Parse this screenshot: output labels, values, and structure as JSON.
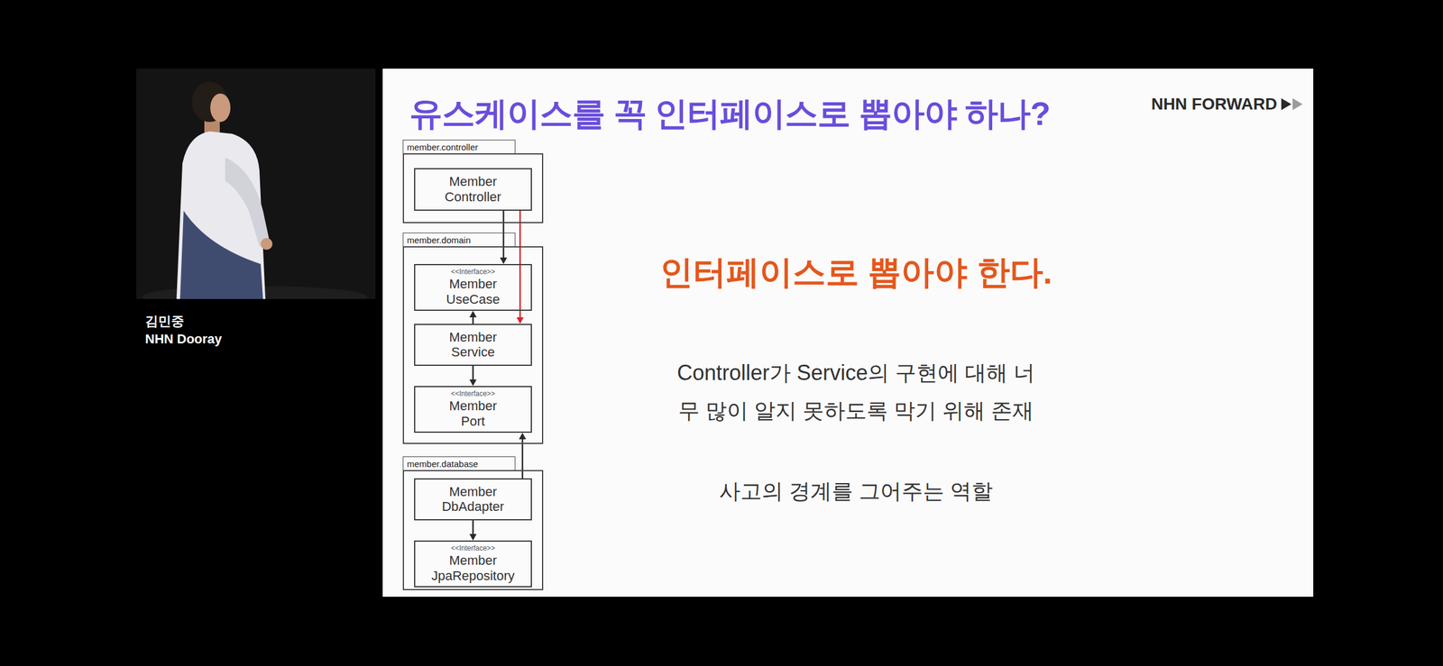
{
  "diagram": {
    "title": "유스케이스를 꼭 인터페이스로 뽑아야 하나?",
    "nodes": [
      {
        "text": [
          "member.controller"
        ]
      },
      {
        "text": [
          "Member Controller"
        ],
        "in": 0
      },
      {
        "text": [
          "member.domain"
        ]
      },
      {
        "text": [
          "<<Interface>>",
          "Member UseCase"
        ],
        "in": 2
      },
      {
        "text": [
          "Member Service"
        ],
        "in": 2
      },
      {
        "text": [
          "<<Interface>>",
          "Member Port"
        ],
        "in": 2
      },
      {
        "text": [
          "member.database"
        ]
      },
      {
        "text": [
          "Member DbAdapter"
        ],
        "in": 6
      },
      {
        "text": [
          "<<Interface>>",
          "Member JpaRepository"
        ],
        "in": 6
      }
    ],
    "edges": [
      {
        "from": 1,
        "to": 3,
        "arrow": "to"
      },
      {
        "from": 1,
        "to": 4,
        "arrow": "to"
      },
      {
        "from": 4,
        "to": 3,
        "arrow": "to"
      },
      {
        "from": 4,
        "to": 5,
        "arrow": "to"
      },
      {
        "from": 7,
        "to": 5,
        "arrow": "to"
      },
      {
        "from": 7,
        "to": 8,
        "arrow": "to"
      }
    ],
    "labels": [
      "김민중",
      "NHN Dooray",
      "NHN FORWARD",
      "인터페이스로 뽑아야 한다.",
      "Controller가 Service의 구현에 대해 너무 많이 알지 못하도록 막기 위해 존재",
      "사고의 경계를 그어주는 역할"
    ]
  }
}
